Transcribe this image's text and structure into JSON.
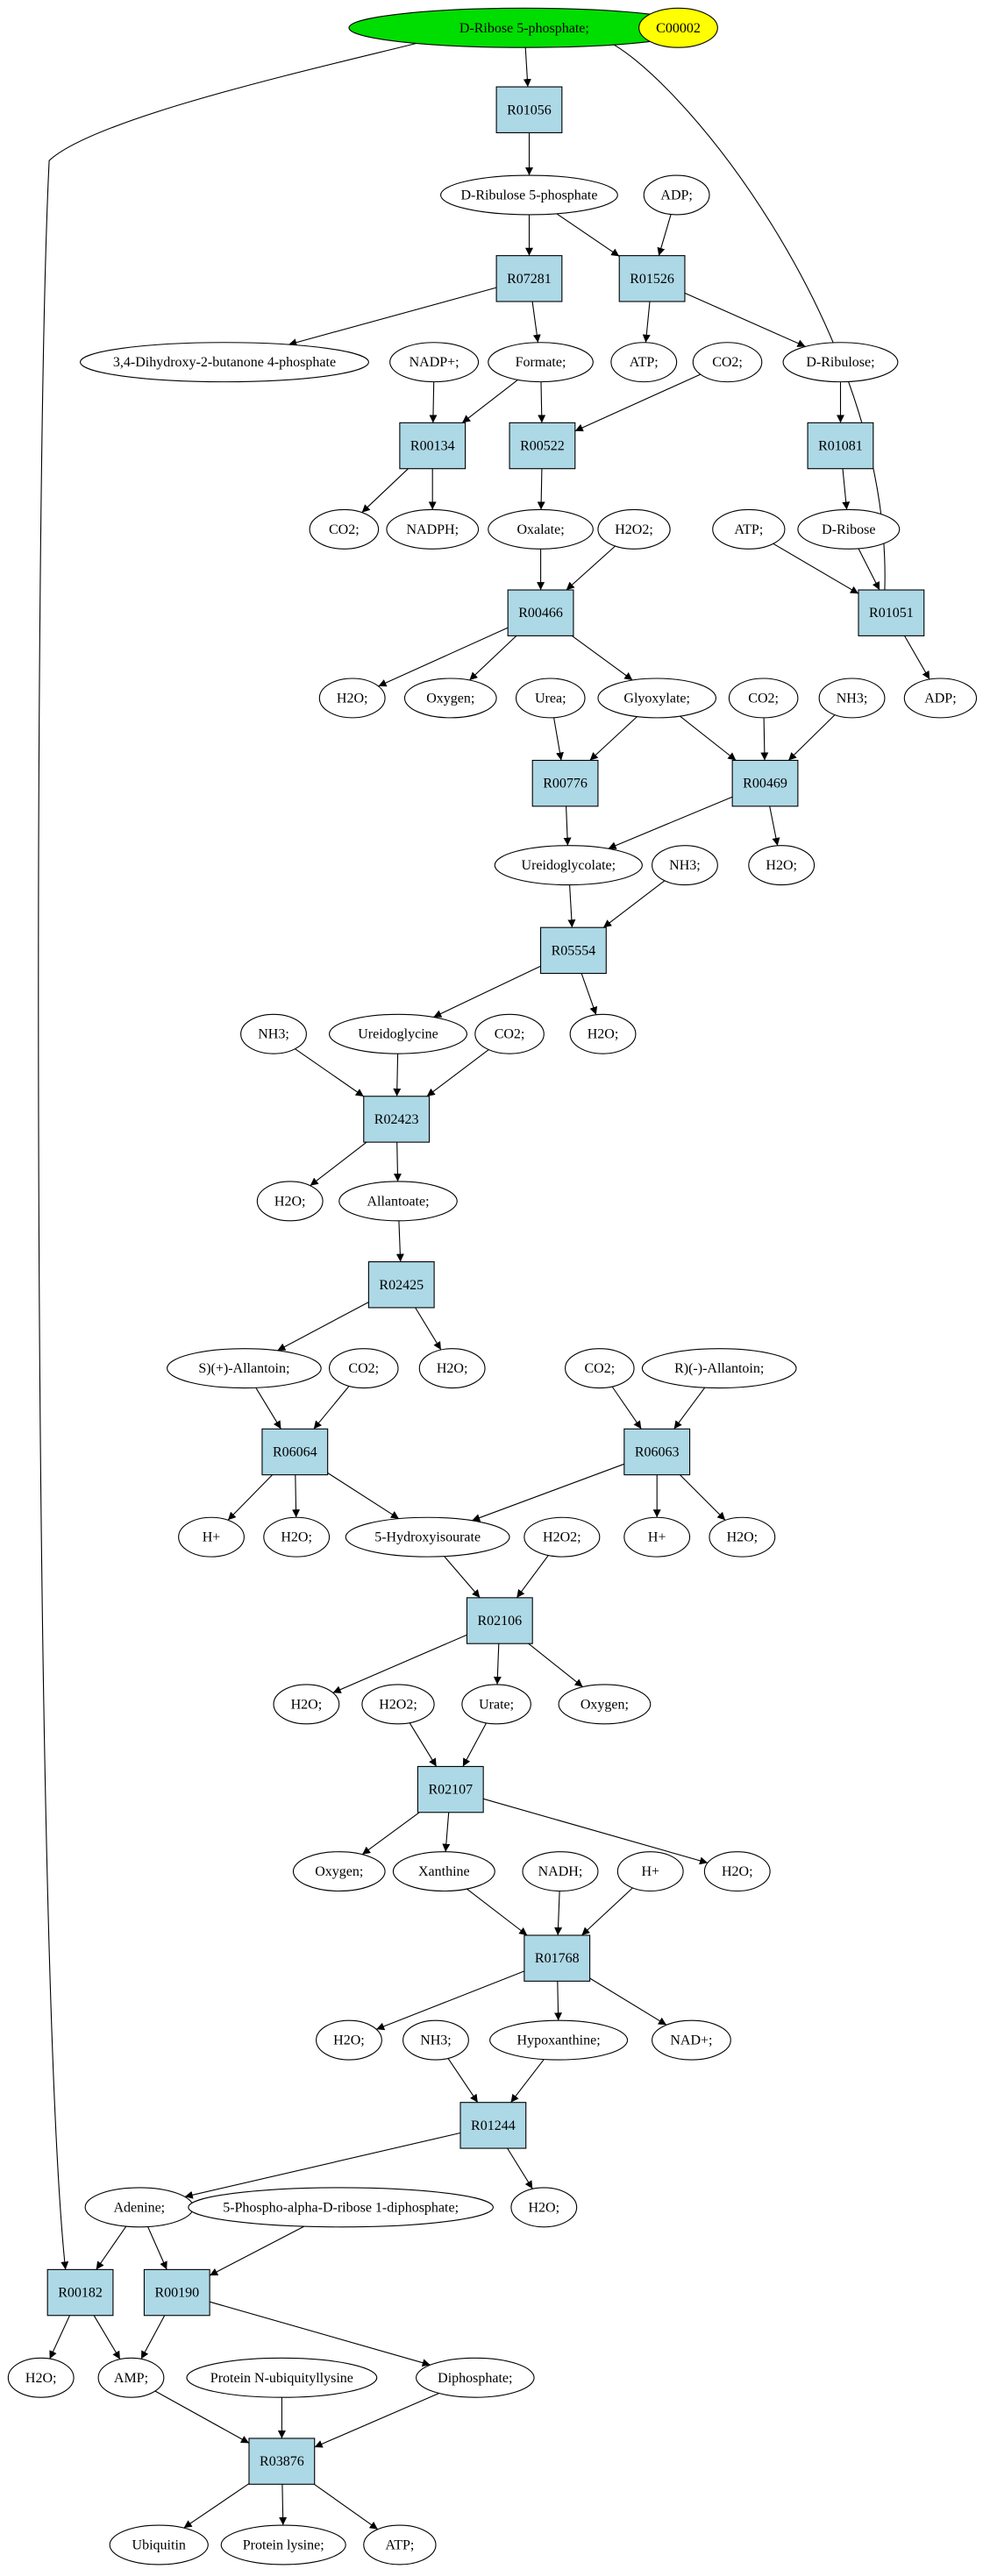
{
  "colors": {
    "reaction_fill": "#add8e6",
    "metabolite_fill": "#ffffff",
    "highlight_start": "#00dd00",
    "highlight_other": "#ffff00"
  },
  "reactions": [
    {
      "id": "r01056",
      "label": "R01056"
    },
    {
      "id": "r07281",
      "label": "R07281"
    },
    {
      "id": "r01526",
      "label": "R01526"
    },
    {
      "id": "r00134",
      "label": "R00134"
    },
    {
      "id": "r00522",
      "label": "R00522"
    },
    {
      "id": "r01081",
      "label": "R01081"
    },
    {
      "id": "r00466",
      "label": "R00466"
    },
    {
      "id": "r01051",
      "label": "R01051"
    },
    {
      "id": "r00776",
      "label": "R00776"
    },
    {
      "id": "r00469",
      "label": "R00469"
    },
    {
      "id": "r05554",
      "label": "R05554"
    },
    {
      "id": "r02423",
      "label": "R02423"
    },
    {
      "id": "r02425",
      "label": "R02425"
    },
    {
      "id": "r06064",
      "label": "R06064"
    },
    {
      "id": "r06063",
      "label": "R06063"
    },
    {
      "id": "r02106",
      "label": "R02106"
    },
    {
      "id": "r02107",
      "label": "R02107"
    },
    {
      "id": "r01768",
      "label": "R01768"
    },
    {
      "id": "r01244",
      "label": "R01244"
    },
    {
      "id": "r00182",
      "label": "R00182"
    },
    {
      "id": "r00190",
      "label": "R00190"
    },
    {
      "id": "r03876",
      "label": "R03876"
    }
  ],
  "metabolites": [
    {
      "id": "m_dribose5p",
      "label": "D-Ribose 5-phosphate;",
      "highlight": "start"
    },
    {
      "id": "m_c00002",
      "label": "C00002",
      "highlight": "other"
    },
    {
      "id": "m_dribulose5p",
      "label": "D-Ribulose 5-phosphate"
    },
    {
      "id": "m_adp1",
      "label": "ADP;"
    },
    {
      "id": "m_dhbp",
      "label": "3,4-Dihydroxy-2-butanone 4-phosphate"
    },
    {
      "id": "m_nadp",
      "label": "NADP+;"
    },
    {
      "id": "m_formate",
      "label": "Formate;"
    },
    {
      "id": "m_atp1",
      "label": "ATP;"
    },
    {
      "id": "m_co2_1",
      "label": "CO2;"
    },
    {
      "id": "m_dribulose",
      "label": "D-Ribulose;"
    },
    {
      "id": "m_co2_2",
      "label": "CO2;"
    },
    {
      "id": "m_nadph",
      "label": "NADPH;"
    },
    {
      "id": "m_oxalate",
      "label": "Oxalate;"
    },
    {
      "id": "m_h2o2_1",
      "label": "H2O2;"
    },
    {
      "id": "m_atp2",
      "label": "ATP;"
    },
    {
      "id": "m_dribose",
      "label": "D-Ribose"
    },
    {
      "id": "m_h2o_1",
      "label": "H2O;"
    },
    {
      "id": "m_oxygen1",
      "label": "Oxygen;"
    },
    {
      "id": "m_urea",
      "label": "Urea;"
    },
    {
      "id": "m_glyoxylate",
      "label": "Glyoxylate;"
    },
    {
      "id": "m_co2_3",
      "label": "CO2;"
    },
    {
      "id": "m_nh3_1",
      "label": "NH3;"
    },
    {
      "id": "m_adp2",
      "label": "ADP;"
    },
    {
      "id": "m_ureidoglycolate",
      "label": "Ureidoglycolate;"
    },
    {
      "id": "m_nh3_2",
      "label": "NH3;"
    },
    {
      "id": "m_h2o_2",
      "label": "H2O;"
    },
    {
      "id": "m_nh3_3",
      "label": "NH3;"
    },
    {
      "id": "m_ureidoglycine",
      "label": "Ureidoglycine"
    },
    {
      "id": "m_co2_4",
      "label": "CO2;"
    },
    {
      "id": "m_h2o_3",
      "label": "H2O;"
    },
    {
      "id": "m_h2o_4",
      "label": "H2O;"
    },
    {
      "id": "m_allantoate",
      "label": "Allantoate;"
    },
    {
      "id": "m_sallantoin",
      "label": "S)(+)-Allantoin;"
    },
    {
      "id": "m_co2_5",
      "label": "CO2;"
    },
    {
      "id": "m_h2o_5",
      "label": "H2O;"
    },
    {
      "id": "m_co2_6",
      "label": "CO2;"
    },
    {
      "id": "m_rallantoin",
      "label": "R)(-)-Allantoin;"
    },
    {
      "id": "m_hplus1",
      "label": "H+"
    },
    {
      "id": "m_h2o_6",
      "label": "H2O;"
    },
    {
      "id": "m_hydroxyisourate",
      "label": "5-Hydroxyisourate"
    },
    {
      "id": "m_h2o2_2",
      "label": "H2O2;"
    },
    {
      "id": "m_hplus2",
      "label": "H+"
    },
    {
      "id": "m_h2o_7",
      "label": "H2O;"
    },
    {
      "id": "m_h2o_8",
      "label": "H2O;"
    },
    {
      "id": "m_h2o2_3",
      "label": "H2O2;"
    },
    {
      "id": "m_urate",
      "label": "Urate;"
    },
    {
      "id": "m_oxygen2",
      "label": "Oxygen;"
    },
    {
      "id": "m_oxygen3",
      "label": "Oxygen;"
    },
    {
      "id": "m_xanthine",
      "label": "Xanthine"
    },
    {
      "id": "m_nadh",
      "label": "NADH;"
    },
    {
      "id": "m_hplus3",
      "label": "H+"
    },
    {
      "id": "m_h2o_9",
      "label": "H2O;"
    },
    {
      "id": "m_h2o_10",
      "label": "H2O;"
    },
    {
      "id": "m_nh3_4",
      "label": "NH3;"
    },
    {
      "id": "m_hypoxanthine",
      "label": "Hypoxanthine;"
    },
    {
      "id": "m_nadplus",
      "label": "NAD+;"
    },
    {
      "id": "m_adenine",
      "label": "Adenine;"
    },
    {
      "id": "m_prpp",
      "label": "5-Phospho-alpha-D-ribose 1-diphosphate;"
    },
    {
      "id": "m_h2o_11",
      "label": "H2O;"
    },
    {
      "id": "m_h2o_12",
      "label": "H2O;"
    },
    {
      "id": "m_amp",
      "label": "AMP;"
    },
    {
      "id": "m_protnubq",
      "label": "Protein N-ubiquityllysine"
    },
    {
      "id": "m_diphosphate",
      "label": "Diphosphate;"
    },
    {
      "id": "m_ubiquitin",
      "label": "Ubiquitin"
    },
    {
      "id": "m_protlys",
      "label": "Protein lysine;"
    },
    {
      "id": "m_atp3",
      "label": "ATP;"
    }
  ],
  "edges": [
    [
      "m_dribose5p",
      "r01056"
    ],
    [
      "r01056",
      "m_dribulose5p"
    ],
    [
      "m_dribulose5p",
      "r07281"
    ],
    [
      "m_dribulose5p",
      "r01526"
    ],
    [
      "m_adp1",
      "r01526"
    ],
    [
      "r07281",
      "m_dhbp"
    ],
    [
      "r07281",
      "m_formate"
    ],
    [
      "r01526",
      "m_atp1"
    ],
    [
      "r01526",
      "m_dribulose"
    ],
    [
      "m_nadp",
      "r00134"
    ],
    [
      "m_formate",
      "r00134"
    ],
    [
      "m_formate",
      "r00522"
    ],
    [
      "m_co2_1",
      "r00522"
    ],
    [
      "m_dribulose",
      "r01081"
    ],
    [
      "r00134",
      "m_co2_2"
    ],
    [
      "r00134",
      "m_nadph"
    ],
    [
      "r00522",
      "m_oxalate"
    ],
    [
      "r01081",
      "m_dribose"
    ],
    [
      "m_oxalate",
      "r00466"
    ],
    [
      "m_h2o2_1",
      "r00466"
    ],
    [
      "m_atp2",
      "r01051"
    ],
    [
      "m_dribose",
      "r01051"
    ],
    [
      "r01051",
      "m_dribose5p"
    ],
    [
      "r00466",
      "m_h2o_1"
    ],
    [
      "r00466",
      "m_oxygen1"
    ],
    [
      "r00466",
      "m_glyoxylate"
    ],
    [
      "r01051",
      "m_adp2"
    ],
    [
      "m_urea",
      "r00776"
    ],
    [
      "m_glyoxylate",
      "r00776"
    ],
    [
      "m_glyoxylate",
      "r00469"
    ],
    [
      "m_co2_3",
      "r00469"
    ],
    [
      "m_nh3_1",
      "r00469"
    ],
    [
      "r00776",
      "m_ureidoglycolate"
    ],
    [
      "r00469",
      "m_ureidoglycolate"
    ],
    [
      "r00469",
      "m_h2o_2"
    ],
    [
      "m_ureidoglycolate",
      "r05554"
    ],
    [
      "m_nh3_2",
      "r05554"
    ],
    [
      "r05554",
      "m_ureidoglycine"
    ],
    [
      "r05554",
      "m_h2o_3"
    ],
    [
      "m_nh3_3",
      "r02423"
    ],
    [
      "m_ureidoglycine",
      "r02423"
    ],
    [
      "m_co2_4",
      "r02423"
    ],
    [
      "r02423",
      "m_h2o_4"
    ],
    [
      "r02423",
      "m_allantoate"
    ],
    [
      "m_allantoate",
      "r02425"
    ],
    [
      "r02425",
      "m_sallantoin"
    ],
    [
      "r02425",
      "m_h2o_5"
    ],
    [
      "m_sallantoin",
      "r06064"
    ],
    [
      "m_co2_5",
      "r06064"
    ],
    [
      "m_co2_6",
      "r06063"
    ],
    [
      "m_rallantoin",
      "r06063"
    ],
    [
      "r06064",
      "m_hplus1"
    ],
    [
      "r06064",
      "m_h2o_6"
    ],
    [
      "r06064",
      "m_hydroxyisourate"
    ],
    [
      "r06063",
      "m_hydroxyisourate"
    ],
    [
      "r06063",
      "m_hplus2"
    ],
    [
      "r06063",
      "m_h2o_7"
    ],
    [
      "m_hydroxyisourate",
      "r02106"
    ],
    [
      "m_h2o2_2",
      "r02106"
    ],
    [
      "r02106",
      "m_h2o_8"
    ],
    [
      "r02106",
      "m_urate"
    ],
    [
      "r02106",
      "m_oxygen2"
    ],
    [
      "m_h2o2_3",
      "r02107"
    ],
    [
      "m_urate",
      "r02107"
    ],
    [
      "r02107",
      "m_oxygen3"
    ],
    [
      "r02107",
      "m_xanthine"
    ],
    [
      "r02107",
      "m_h2o_9"
    ],
    [
      "m_xanthine",
      "r01768"
    ],
    [
      "m_nadh",
      "r01768"
    ],
    [
      "m_hplus3",
      "r01768"
    ],
    [
      "r01768",
      "m_h2o_10"
    ],
    [
      "r01768",
      "m_hypoxanthine"
    ],
    [
      "r01768",
      "m_nadplus"
    ],
    [
      "m_nh3_4",
      "r01244"
    ],
    [
      "m_hypoxanthine",
      "r01244"
    ],
    [
      "r01244",
      "m_adenine"
    ],
    [
      "r01244",
      "m_h2o_12"
    ],
    [
      "m_adenine",
      "r00182"
    ],
    [
      "m_adenine",
      "r00190"
    ],
    [
      "m_prpp",
      "r00190"
    ],
    [
      "m_dribose5p",
      "r00182"
    ],
    [
      "r00182",
      "m_h2o_11"
    ],
    [
      "r00182",
      "m_amp"
    ],
    [
      "r00190",
      "m_amp"
    ],
    [
      "r00190",
      "m_diphosphate"
    ],
    [
      "m_amp",
      "r03876"
    ],
    [
      "m_protnubq",
      "r03876"
    ],
    [
      "m_diphosphate",
      "r03876"
    ],
    [
      "r03876",
      "m_ubiquitin"
    ],
    [
      "r03876",
      "m_protlys"
    ],
    [
      "r03876",
      "m_atp3"
    ]
  ]
}
